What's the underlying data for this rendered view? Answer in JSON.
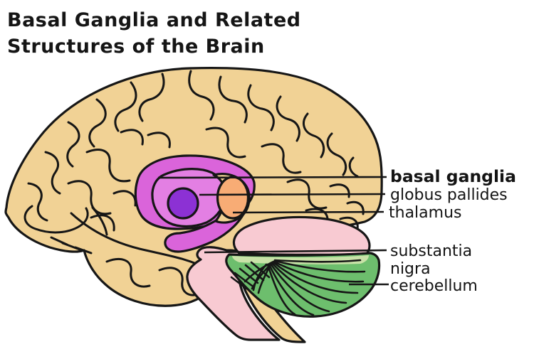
{
  "title": {
    "line1": "Basal Ganglia and Related",
    "line2": "Structures of the Brain"
  },
  "labels": {
    "basal_ganglia": "basal ganglia",
    "globus_pallides": "globus pallides",
    "thalamus": "thalamus",
    "substantia_line1": "substantia",
    "substantia_line2": "nigra",
    "cerebellum": "cerebellum"
  },
  "colors": {
    "cortex": "#F1D295",
    "basal_ganglia_magenta": "#DA64DA",
    "putamen_inner": "#E37FE3",
    "globus_purple": "#8C31D4",
    "thalamus_orange": "#F8AC75",
    "pink": "#F8CAD2",
    "cerebellum_green": "#6DBE6D",
    "cerebellum_pale_band": "#C9E2A8",
    "outline": "#161616"
  }
}
